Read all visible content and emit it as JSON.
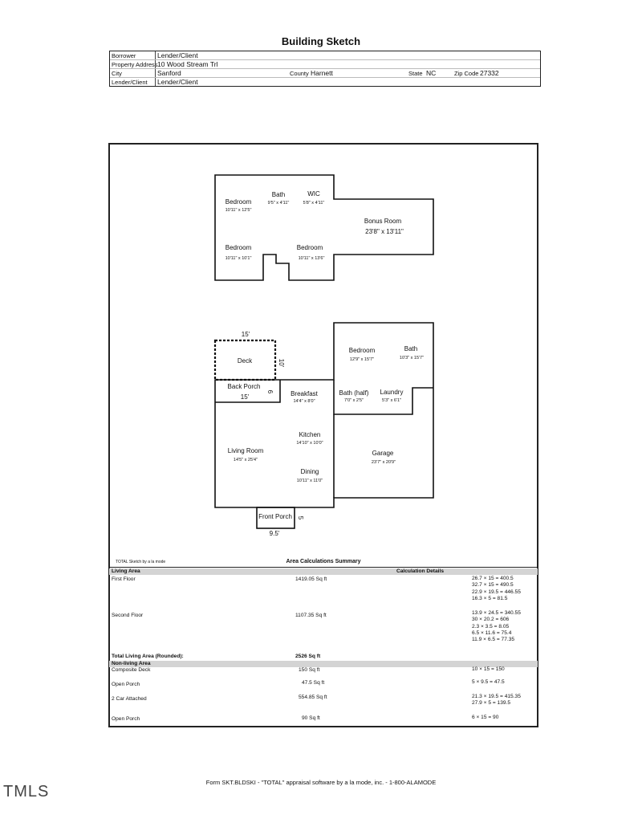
{
  "title": "Building Sketch",
  "header": {
    "borrower_label": "Borrower",
    "borrower": "Lender/Client",
    "address_label": "Property Address",
    "address": "10 Wood Stream Trl",
    "city_label": "City",
    "city": "Sanford",
    "county_label": "County",
    "county": "Harnett",
    "state_label": "State",
    "state": "NC",
    "zip_label": "Zip Code",
    "zip": "27332",
    "lender_label": "Lender/Client",
    "lender": "Lender/Client"
  },
  "sketch": {
    "upper": {
      "bedroom1": {
        "name": "Bedroom",
        "dim": "10'11\" x 12'5\""
      },
      "bath": {
        "name": "Bath",
        "dim": "9'5\" x 4'11\""
      },
      "wic": {
        "name": "WIC",
        "dim": "5'8\" x 4'11\""
      },
      "bonus": {
        "name": "Bonus Room",
        "dim": "23'8\" x 13'11\""
      },
      "bedroom2": {
        "name": "Bedroom",
        "dim": "10'11\" x 10'1\""
      },
      "bedroom3": {
        "name": "Bedroom",
        "dim": "10'11\" x 13'6\""
      }
    },
    "lower": {
      "deck": {
        "name": "Deck",
        "top": "15'",
        "side": "10'"
      },
      "back_porch": {
        "name": "Back Porch",
        "bottom": "15'",
        "side": "6"
      },
      "bedroom": {
        "name": "Bedroom",
        "dim": "12'9\" x 15'7\""
      },
      "bath": {
        "name": "Bath",
        "dim": "10'3\" x 15'7\""
      },
      "breakfast": {
        "name": "Breakfast",
        "dim": "14'4\" x 8'0\""
      },
      "bath_half": {
        "name": "Bath (half)",
        "dim": "7'0\" x 2'5\""
      },
      "laundry": {
        "name": "Laundry",
        "dim": "5'3\" x 6'1\""
      },
      "kitchen": {
        "name": "Kitchen",
        "dim": "14'10\" x 10'0\""
      },
      "living": {
        "name": "Living Room",
        "dim": "14'5\" x 25'4\""
      },
      "garage": {
        "name": "Garage",
        "dim": "23'7\" x 20'9\""
      },
      "dining": {
        "name": "Dining",
        "dim": "10'11\" x 11'0\""
      },
      "front_porch": {
        "name": "Front Porch",
        "side": "5",
        "bottom": "9.5'"
      }
    }
  },
  "area": {
    "sketch_credit": "TOTAL Sketch by a la mode",
    "summary_title": "Area Calculations Summary",
    "living_header": "Living Area",
    "calc_header": "Calculation Details",
    "first_floor": {
      "label": "First Floor",
      "value": "1419.05 Sq ft",
      "calcs": [
        "26.7 × 15 = 400.5",
        "32.7 × 15 = 490.5",
        "22.9 × 19.5 = 446.55",
        "16.3 × 5 = 81.5"
      ]
    },
    "second_floor": {
      "label": "Second Floor",
      "value": "1107.35 Sq ft",
      "calcs": [
        "13.9 × 24.5 = 340.55",
        "30 × 20.2 = 606",
        "2.3 × 3.5 = 8.05",
        "6.5 × 11.6 = 75.4",
        "11.9 × 6.5 = 77.35"
      ]
    },
    "total_label": "Total Living Area (Rounded):",
    "total_value": "2526 Sq ft",
    "nonliving_header": "Non-living Area",
    "composite_deck": {
      "label": "Composite Deck",
      "value": "150 Sq ft",
      "calcs": [
        "10 × 15 = 150"
      ]
    },
    "open_porch1": {
      "label": "Open Porch",
      "value": "47.5 Sq ft",
      "calcs": [
        "5 × 9.5 = 47.5"
      ]
    },
    "garage": {
      "label": "2 Car Attached",
      "value": "554.85 Sq ft",
      "calcs": [
        "21.3 × 19.5 = 415.35",
        "27.9 × 5 = 139.5"
      ]
    },
    "open_porch2": {
      "label": "Open Porch",
      "value": "90 Sq ft",
      "calcs": [
        "6 × 15 = 90"
      ]
    }
  },
  "footer": "Form SKT.BLDSKI - \"TOTAL\" appraisal software by a la mode, inc. - 1-800-ALAMODE",
  "watermark": "TMLS"
}
